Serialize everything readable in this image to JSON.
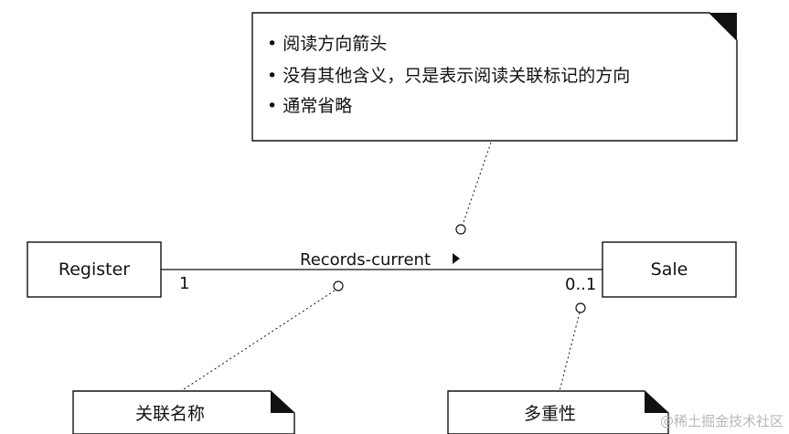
{
  "note_top": {
    "bullets": [
      "• 阅读方向箭头",
      "• 没有其他含义，只是表示阅读关联标记的方向",
      "• 通常省略"
    ]
  },
  "classes": {
    "left": "Register",
    "right": "Sale"
  },
  "association": {
    "name": "Records-current",
    "left_multiplicity": "1",
    "right_multiplicity": "0..1"
  },
  "note_bottom_left": {
    "text": "关联名称"
  },
  "note_bottom_right": {
    "text": "多重性"
  },
  "watermark": "@稀土掘金技术社区"
}
